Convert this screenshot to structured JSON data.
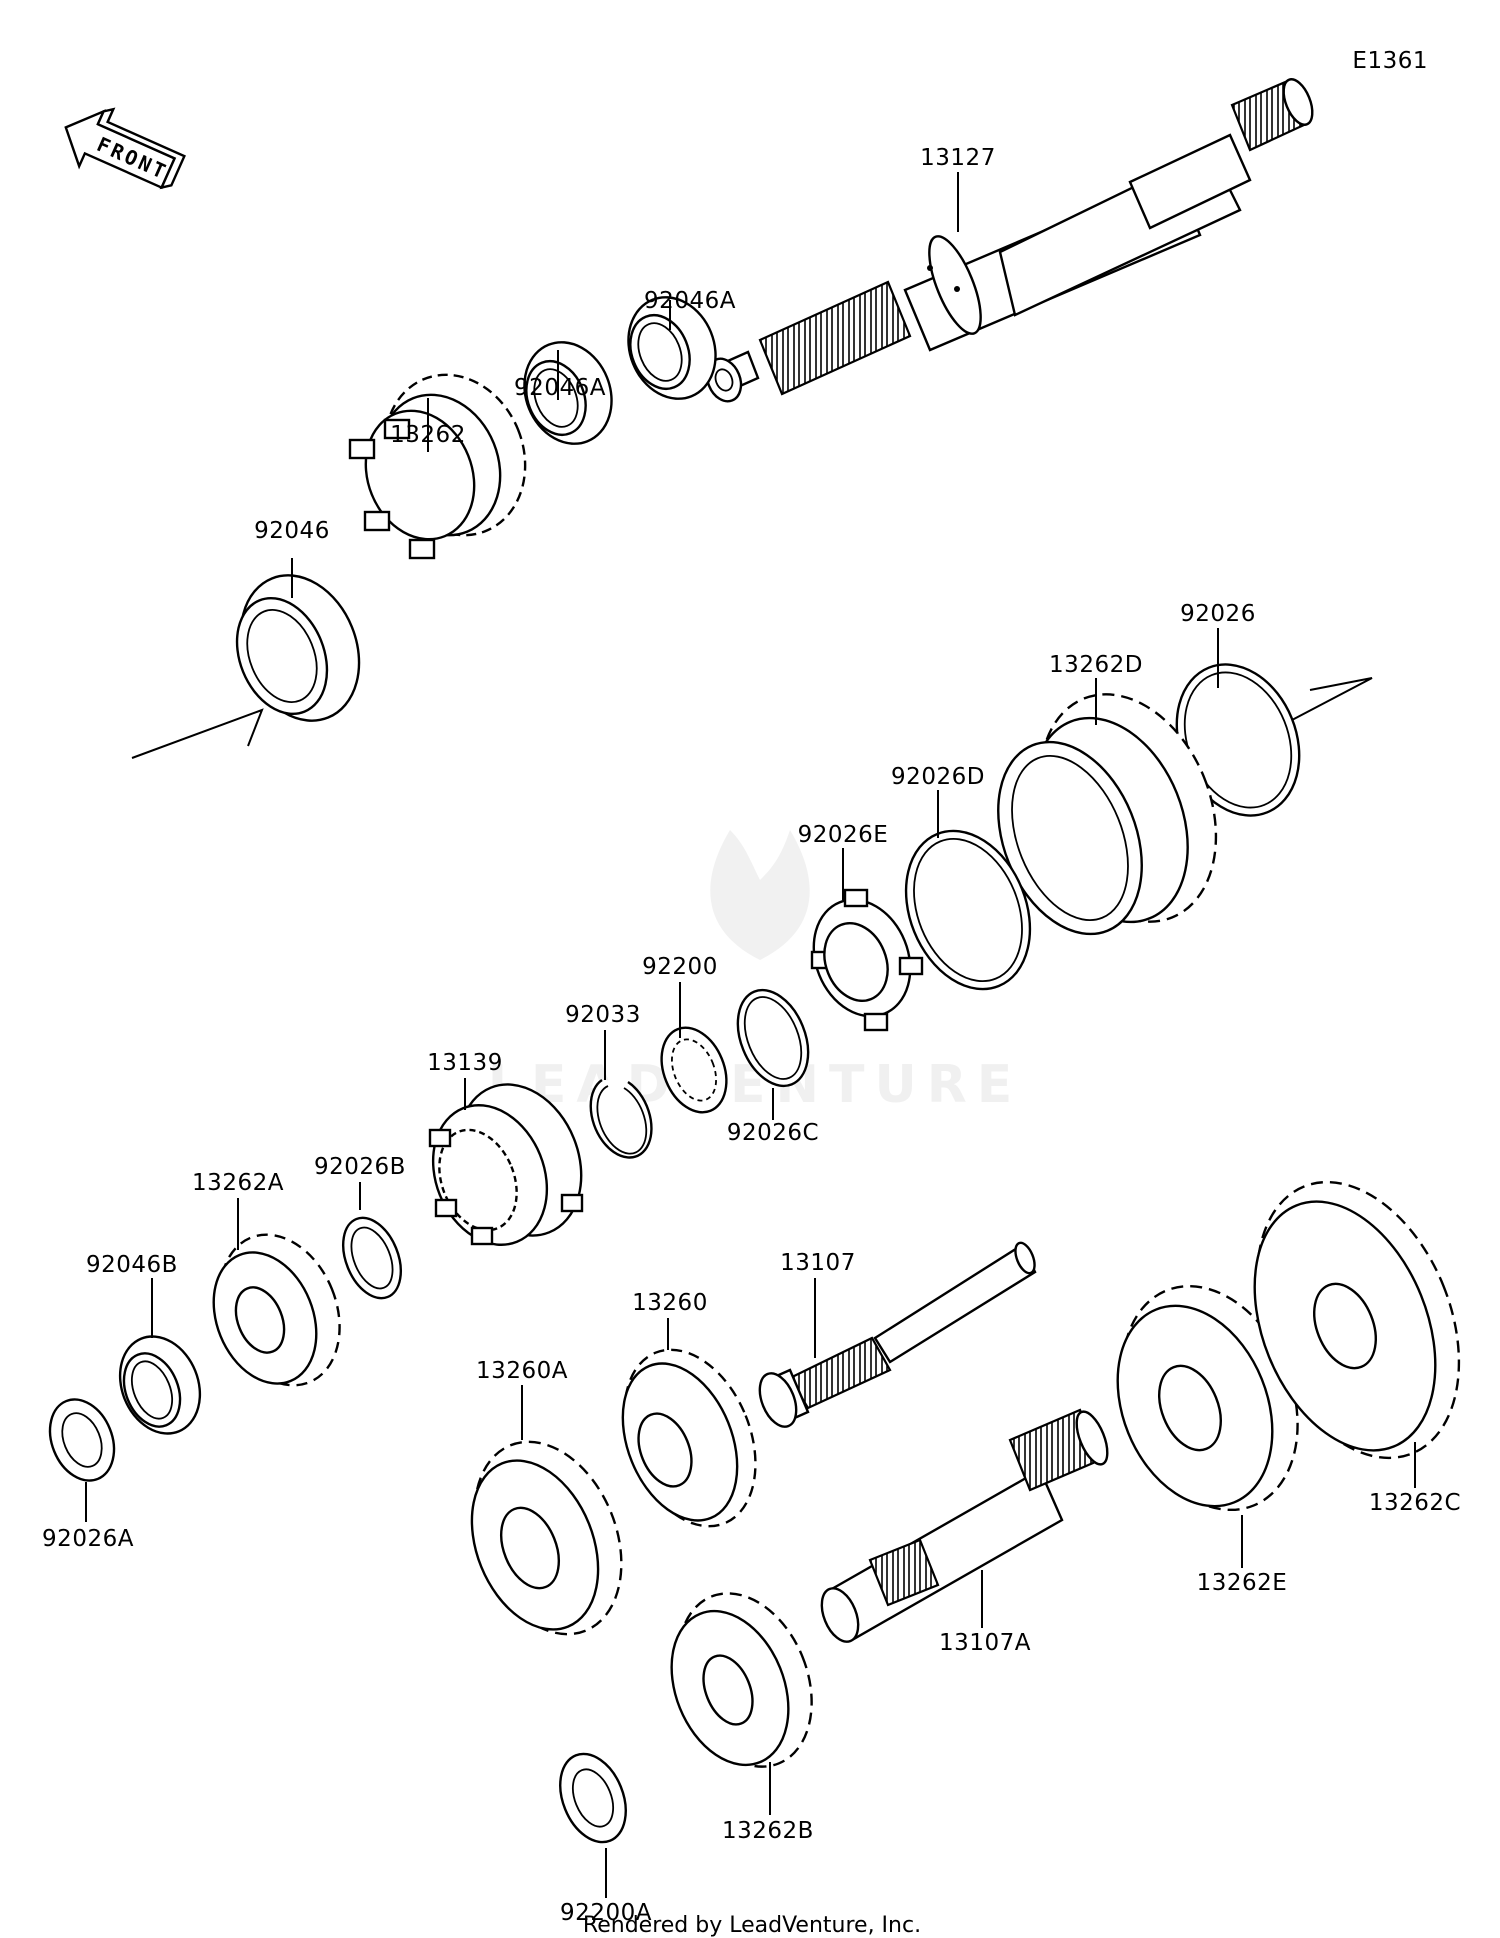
{
  "diagram_code": "E1361",
  "front_arrow": {
    "text": "FRONT",
    "icon": "front-arrow-icon"
  },
  "footer": "Rendered by LeadVenture, Inc.",
  "watermark": "LEADVENTURE",
  "parts": [
    {
      "id": "p13127",
      "label": "13127"
    },
    {
      "id": "p92046A_1",
      "label": "92046A"
    },
    {
      "id": "p92046A_2",
      "label": "92046A"
    },
    {
      "id": "p13262",
      "label": "13262"
    },
    {
      "id": "p92046",
      "label": "92046"
    },
    {
      "id": "p92026",
      "label": "92026"
    },
    {
      "id": "p13262D",
      "label": "13262D"
    },
    {
      "id": "p92026D",
      "label": "92026D"
    },
    {
      "id": "p92026E",
      "label": "92026E"
    },
    {
      "id": "p92200",
      "label": "92200"
    },
    {
      "id": "p92026C",
      "label": "92026C"
    },
    {
      "id": "p92033",
      "label": "92033"
    },
    {
      "id": "p13139",
      "label": "13139"
    },
    {
      "id": "p92026B",
      "label": "92026B"
    },
    {
      "id": "p13262A",
      "label": "13262A"
    },
    {
      "id": "p92046B",
      "label": "92046B"
    },
    {
      "id": "p92026A",
      "label": "92026A"
    },
    {
      "id": "p13107",
      "label": "13107"
    },
    {
      "id": "p13260",
      "label": "13260"
    },
    {
      "id": "p13260A",
      "label": "13260A"
    },
    {
      "id": "p13262E",
      "label": "13262E"
    },
    {
      "id": "p13262C",
      "label": "13262C"
    },
    {
      "id": "p13107A",
      "label": "13107A"
    },
    {
      "id": "p13262B",
      "label": "13262B"
    },
    {
      "id": "p92200A",
      "label": "92200A"
    }
  ]
}
